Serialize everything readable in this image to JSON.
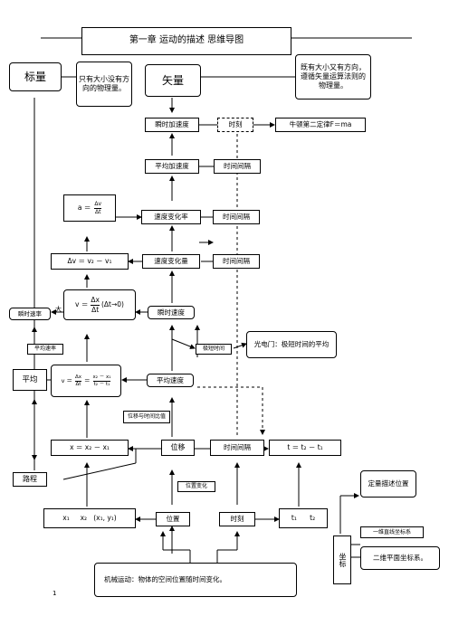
{
  "title": "第一章  运动的描述   思维导图",
  "scalar": "标量",
  "scalar_desc": "只有大小没有方向的物理量。",
  "vector": "矢量",
  "vector_desc": "既有大小又有方向，遵循矢量运算法则的物理量。",
  "nodes": {
    "inst_accel": "瞬时加速度",
    "moment_top": "时刻",
    "newton": "牛顿第二定律F＝ma",
    "avg_accel": "平均加速度",
    "interval_1": "时间间隔",
    "a_formula_lhs": "a ＝",
    "a_formula_num": "Δv",
    "a_formula_den": "Δt",
    "rate_change": "速度变化率",
    "interval_2": "时间间隔",
    "dv_formula": "Δv ＝ v₂ － v₁",
    "vel_change": "速度变化量",
    "interval_3": "时间间隔",
    "v_limit_lhs": "v ＝",
    "v_limit_num": "Δx",
    "v_limit_den": "Δt",
    "v_limit_rhs": "(Δt→0)",
    "inst_speed_left": "瞬时速率",
    "da": "大",
    "inst_vel": "瞬时速度",
    "extreme_label": "极短时间",
    "photogate": "光电门：极短时间的平均",
    "speed_small": "平均速率",
    "avg_speed": "平均",
    "avg_v_formula_lhs": "v ＝",
    "avg_v_f1_num": "Δx",
    "avg_v_f1_den": "Δt",
    "avg_v_f2_num": "x₂ － x₁",
    "avg_v_f2_den": "t₂ － t₁",
    "avg_vel": "平均速度",
    "disp_per_time": "位移与时间比值",
    "disp_formula": "x ＝ x₂ － x₁",
    "displacement": "位移",
    "interval_4": "时间间隔",
    "t_formula": "t ＝ t₂ － t₁",
    "path": "路程",
    "pos_change": "位置变化",
    "quant_pos": "定量描述位置",
    "pos_values": "x₁     x₂   (x₁, y₁)",
    "position": "位置",
    "moment": "时刻",
    "t_values": "t₁      t₂",
    "coord": "坐标",
    "coord_1d": "一维直线坐标系",
    "coord_2d": "二维平面坐标系。",
    "mech_motion": "机械运动：物体的空间位置随时间变化。",
    "page_no": "1"
  }
}
